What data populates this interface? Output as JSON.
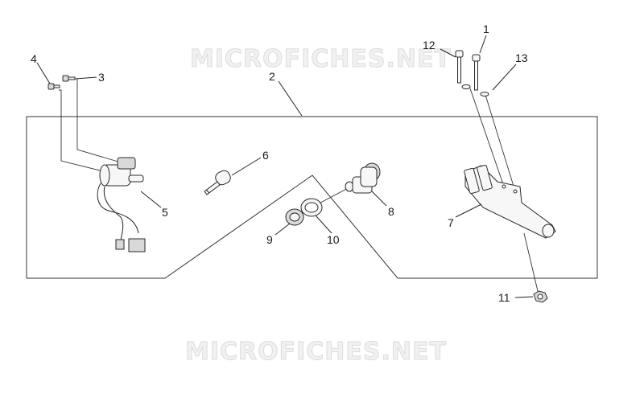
{
  "watermark": "MICROFICHES.NET",
  "callouts": {
    "c1": "1",
    "c2": "2",
    "c3": "3",
    "c4": "4",
    "c5": "5",
    "c6": "6",
    "c7": "7",
    "c8": "8",
    "c9": "9",
    "c10": "10",
    "c11": "11",
    "c12": "12",
    "c13": "13"
  },
  "parts": {
    "screw_long_1": "screw-long",
    "screw_long_12": "screw-long",
    "washer_13": "washer",
    "frame_2": "assembly-frame",
    "screw_3": "screw",
    "screw_4": "screw",
    "ignition_switch_5": "ignition-switch",
    "key_6": "key",
    "lock_cylinder_8": "lock-cylinder",
    "ring_nut_9": "ring-nut",
    "washer_10": "toothed-washer",
    "nut_11": "nut",
    "bracket_7": "steering-lock-bracket"
  }
}
